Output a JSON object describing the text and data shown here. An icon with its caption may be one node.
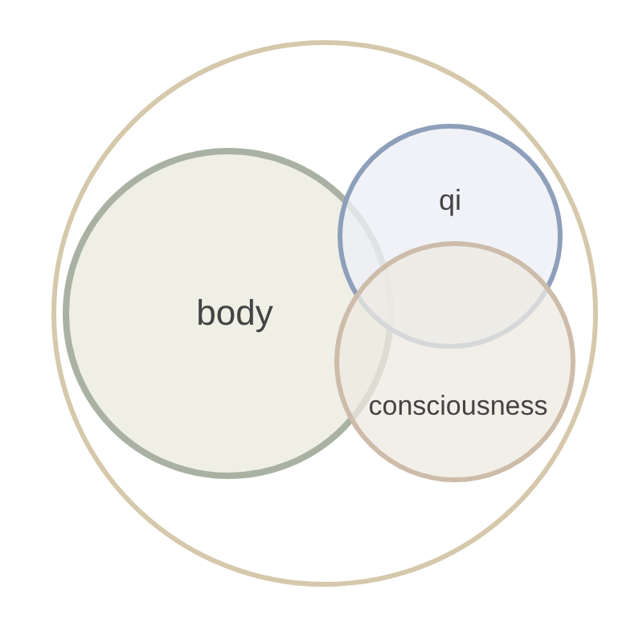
{
  "diagram": {
    "nodes": [
      {
        "text": [],
        "shape": "circle"
      },
      {
        "text": [
          "body"
        ],
        "in": 0
      },
      {
        "text": [
          "qi"
        ],
        "in": 0
      },
      {
        "text": [
          "consciousness"
        ],
        "in": 0
      }
    ],
    "edges": []
  }
}
